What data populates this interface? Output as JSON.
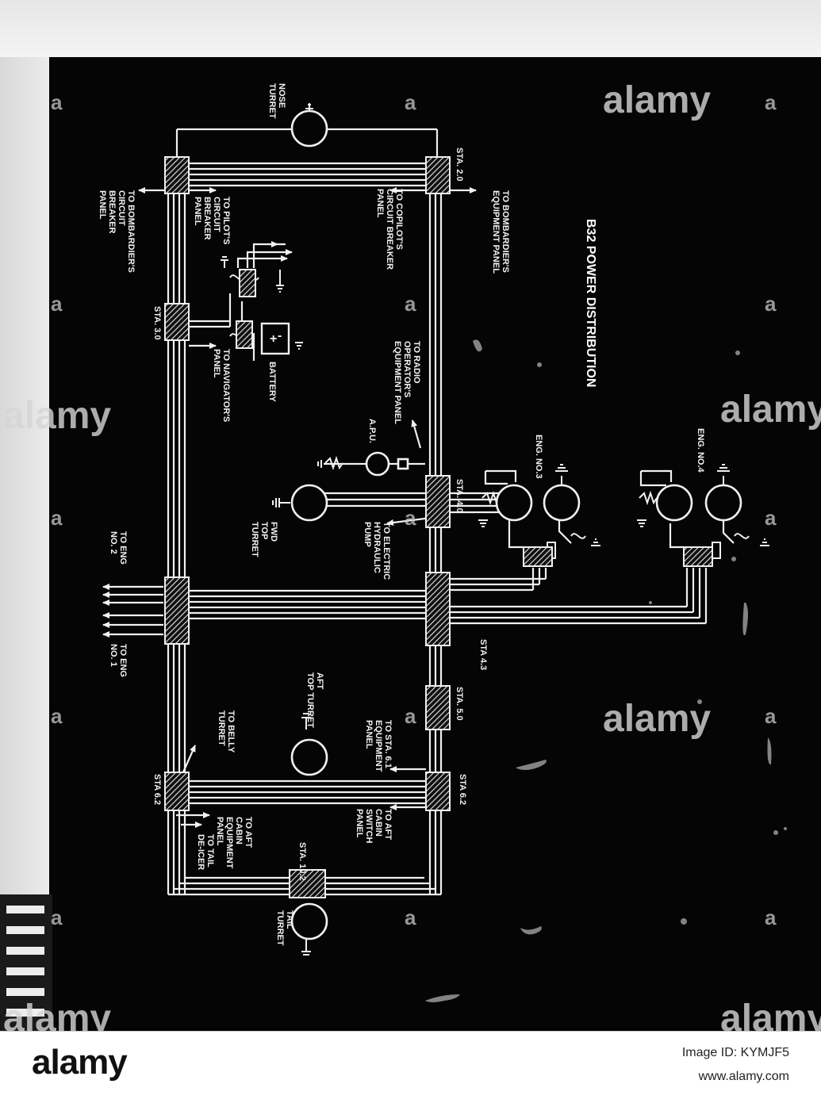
{
  "title": "B32 POWER DISTRIBUTION",
  "stations": [
    "STA. 2.0",
    "STA. 3.0",
    "STA. 4.0",
    "STA 4.3",
    "STA. 5.0",
    "STA 6.2",
    "STA 6.2",
    "STA. 10.2"
  ],
  "labels": {
    "nose_turret": [
      "NOSE",
      "TURRET"
    ],
    "bombardier_equipment": [
      "TO BOMBARDIER'S",
      "EQUIPMENT PANEL"
    ],
    "copilot_cb": [
      "TO COPILOT'S",
      "CIRCUIT BREAKER",
      "PANEL"
    ],
    "pilot_cb": [
      "TO PILOT'S",
      "CIRCUIT",
      "BREAKER",
      "PANEL"
    ],
    "bombardier_cb": [
      "TO BOMBARDIER'S",
      "CIRCUIT",
      "BREAKER",
      "PANEL"
    ],
    "battery": [
      "BATTERY"
    ],
    "navigator": [
      "TO NAVIGATOR'S",
      "PANEL"
    ],
    "radio": [
      "TO RADIO",
      "OPERATOR'S",
      "EQUIPMENT PANEL"
    ],
    "apu": [
      "A.P.U."
    ],
    "eng3": [
      "ENG. NO.3"
    ],
    "eng4": [
      "ENG. NO.4"
    ],
    "fwd_turret": [
      "FWD",
      "TOP",
      "TURRET"
    ],
    "hydraulic": [
      "TO ELECTRIC",
      "HYDRAULIC",
      "PUMP"
    ],
    "eng2": [
      "TO ENG",
      "NO. 2"
    ],
    "eng1": [
      "TO ENG",
      "NO. 1"
    ],
    "aft_top_turret": [
      "AFT",
      "TOP TURRET"
    ],
    "sta61": [
      "TO STA. 6.1",
      "EQUIPMENT",
      "PANEL"
    ],
    "belly_turret": [
      "TO BELLY",
      "TURRET"
    ],
    "aft_cabin_switch": [
      "TO AFT",
      "CABIN",
      "SWITCH",
      "PANEL"
    ],
    "aft_cabin_equip": [
      "TO AFT",
      "CABIN",
      "EQUIPMENT",
      "PANEL"
    ],
    "tail_deicer": [
      "TO TAIL",
      "DE-ICER"
    ],
    "tail_turret": [
      "TAIL",
      "TURRET"
    ]
  },
  "watermark": "alamy",
  "footer": {
    "logo": "alamy",
    "image_id": "Image ID: KYMJF5",
    "url": "www.alamy.com"
  }
}
